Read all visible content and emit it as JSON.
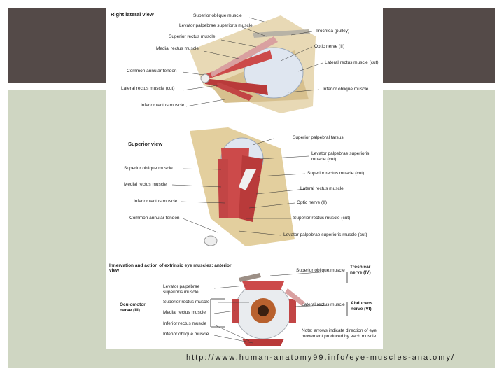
{
  "slide": {
    "url": "http://www.human-anatomy99.info/eye-muscles-anatomy/"
  },
  "figure": {
    "lateral": {
      "title": "Right lateral view",
      "labels": {
        "superior_oblique": "Superior oblique muscle",
        "levator": "Levator palpebrae superioris muscle",
        "superior_rectus": "Superior rectus muscle",
        "medial_rectus": "Medial rectus muscle",
        "common_tendon": "Common annular tendon",
        "lateral_rectus_cut": "Lateral rectus muscle (cut)",
        "inferior_rectus": "Inferior rectus muscle",
        "trochlea": "Trochlea (pulley)",
        "optic_nerve": "Optic nerve (II)",
        "lateral_rectus_cut_right": "Lateral rectus muscle (cut)",
        "inferior_oblique": "Inferior oblique muscle"
      }
    },
    "superior": {
      "title": "Superior view",
      "labels": {
        "superior_palpebral_tarsus": "Superior palpebral tarsus",
        "levator_cut": "Levator palpebrae superioris muscle (cut)",
        "superior_rectus_cut": "Superior rectus muscle (cut)",
        "lateral_rectus": "Lateral rectus muscle",
        "optic_nerve": "Optic nerve (II)",
        "superior_rectus_cut_2": "Superior rectus muscle (cut)",
        "levator_cut_2": "Levator palpebrae superioris muscle (cut)",
        "superior_oblique": "Superior oblique muscle",
        "medial_rectus": "Medial rectus muscle",
        "inferior_rectus": "Inferior rectus muscle",
        "common_tendon": "Common annular tendon"
      }
    },
    "anterior": {
      "title": "Innervation and action of extrinsic eye muscles: anterior view",
      "labels": {
        "superior_oblique": "Superior oblique muscle",
        "trochlear_nerve": "Trochlear nerve (IV)",
        "levator": "Levator palpebrae superioris muscle",
        "superior_rectus": "Superior rectus muscle",
        "medial_rectus": "Medial rectus muscle",
        "inferior_rectus": "Inferior rectus muscle",
        "inferior_oblique": "Inferior oblique muscle",
        "oculomotor_nerve": "Oculomotor nerve (III)",
        "lateral_rectus": "Lateral rectus muscle",
        "abducens_nerve": "Abducens nerve (VI)",
        "note": "Note: arrows indicate direction of eye movement produced by each muscle"
      }
    }
  }
}
